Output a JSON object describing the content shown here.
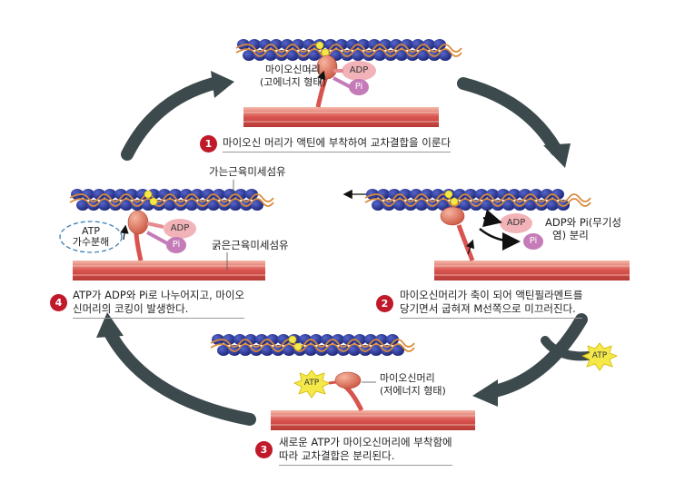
{
  "steps": [
    {
      "number": "1",
      "caption": "마이오신 머리가 액틴에 부착하여 교차결합을 이룬다"
    },
    {
      "number": "2",
      "caption_line1": "마이오신머리가 축이 되어 액틴필라멘트를",
      "caption_line2": "당기면서 굽혀져 M선쪽으로 미끄러진다."
    },
    {
      "number": "3",
      "caption_line1": "새로운 ATP가 마이오신머리에 부착함에",
      "caption_line2": "따라 교차결합은 분리된다."
    },
    {
      "number": "4",
      "caption_line1": "ATP가 ADP와 Pi로 나누어지고, 마이오",
      "caption_line2": "신머리의 코킹이 발생한다."
    }
  ],
  "labels": {
    "head_high_line1": "마이오신머리",
    "head_high_line2": "(고에너지 형태)",
    "thin_filament": "가는근육미세섬유",
    "thick_filament": "굵은근육미세섬유",
    "release_line1": "ADP와 Pi(무기성",
    "release_line2": "염) 분리",
    "hydrolysis_line1": "ATP",
    "hydrolysis_line2": "가수분해",
    "head_low_line1": "마이오신머리",
    "head_low_line2": "(저에너지 형태)"
  },
  "chips": {
    "adp": "ADP",
    "pi": "Pi",
    "atp": "ATP"
  },
  "colors": {
    "actin": "#2d3a9e",
    "tropomyosin": "#d98a3a",
    "myosin_thick": "#d9534f",
    "myosin_head": "#e07a5a",
    "adp": "#f2b3b8",
    "pi": "#c47bb8",
    "atp": "#f5e94a",
    "cycle_arrow": "#3d4a4d",
    "step_badge": "#c0192a"
  }
}
